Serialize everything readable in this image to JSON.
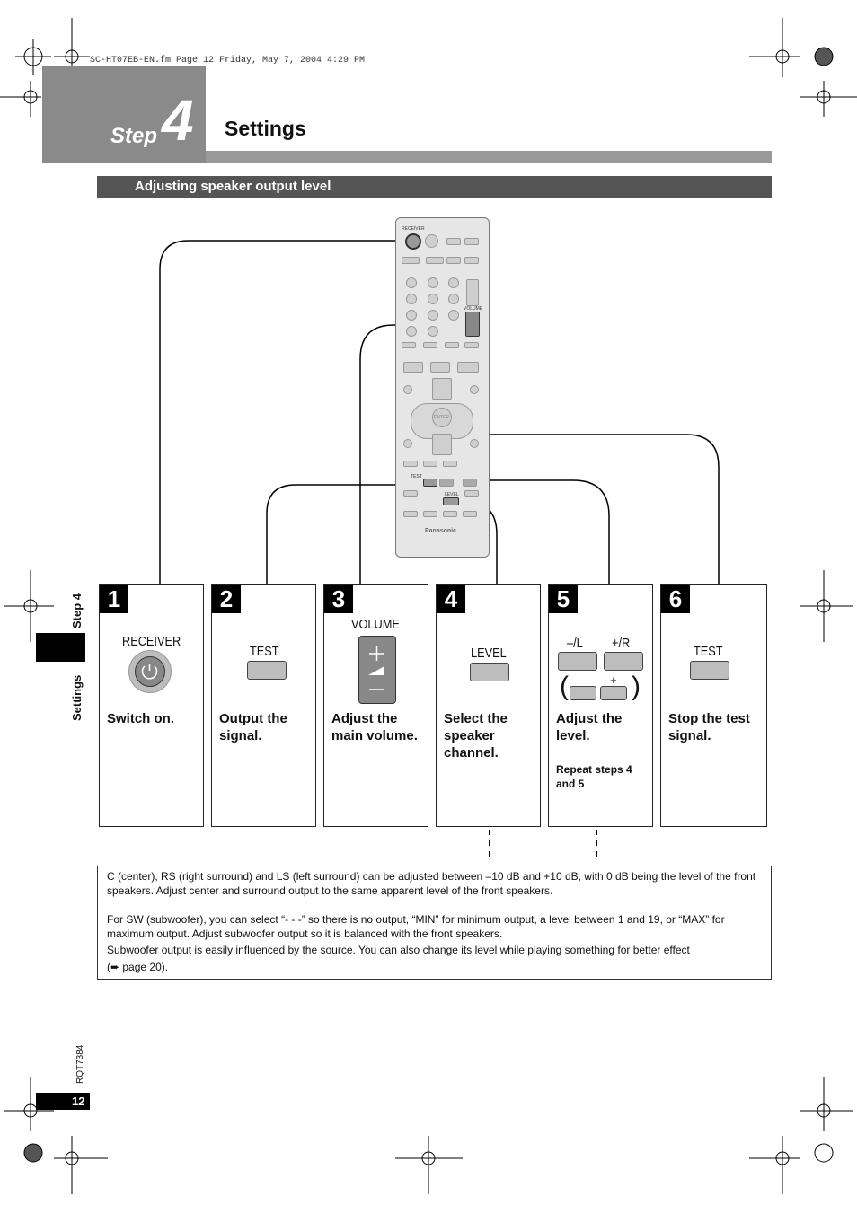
{
  "header": {
    "file_line": "SC-HT07EB-EN.fm  Page 12  Friday, May 7, 2004  4:29 PM",
    "step_word": "Step",
    "step_number": "4",
    "title": "Settings"
  },
  "section": {
    "title": "Adjusting speaker output level"
  },
  "remote": {
    "brand": "Panasonic",
    "receiver": "RECEIVER",
    "volume": "VOLUME",
    "test": "TEST",
    "level": "LEVEL",
    "enter": "ENTER"
  },
  "panels": [
    {
      "number": "1",
      "label": "RECEIVER",
      "text": "Switch on."
    },
    {
      "number": "2",
      "label": "TEST",
      "text": "Output the signal."
    },
    {
      "number": "3",
      "label": "VOLUME",
      "text": "Adjust the main volume."
    },
    {
      "number": "4",
      "label": "LEVEL",
      "text": "Select the speaker channel."
    },
    {
      "number": "5",
      "label_left": "–/L",
      "label_right": "+/R",
      "sub_minus": "–",
      "sub_plus": "+",
      "text": "Adjust the level.",
      "note": "Repeat steps 4 and 5"
    },
    {
      "number": "6",
      "label": "TEST",
      "text": "Stop the test signal."
    }
  ],
  "notes": {
    "p1": "C (center), RS (right surround) and LS (left surround) can be adjusted between –10 dB and +10 dB, with 0 dB being the level of the front speakers. Adjust center and surround output to the same apparent level of the front speakers.",
    "p2": "For SW (subwoofer), you can select “- - -” so there is no output, “MIN” for minimum output, a level between 1 and 19, or “MAX” for maximum output. Adjust subwoofer output so it is balanced with the front speakers.",
    "p3": "Subwoofer output is easily influenced by the source. You can also change its level while playing something for better effect",
    "p4": "(➨ page 20)."
  },
  "sidebar": {
    "step": "Step 4",
    "settings": "Settings"
  },
  "footer": {
    "model_code": "RQT7384",
    "page": "12"
  }
}
